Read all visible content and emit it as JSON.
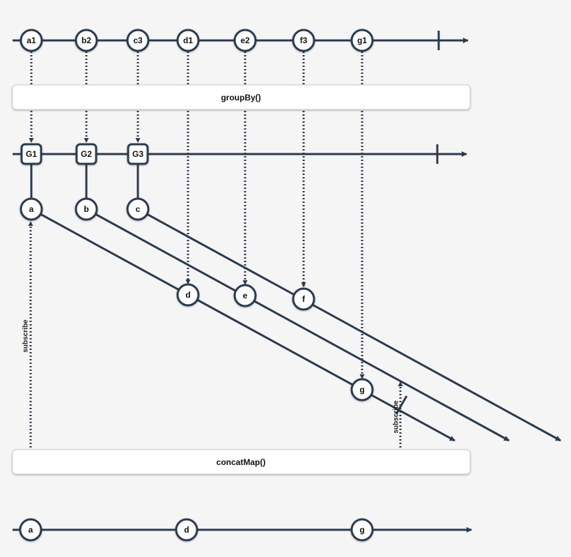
{
  "source": {
    "marbles": [
      "a1",
      "b2",
      "c3",
      "d1",
      "e2",
      "f3",
      "g1"
    ]
  },
  "operators": {
    "group_by": "groupBy()",
    "concat_map": "concatMap()"
  },
  "groups": {
    "marbles": [
      "G1",
      "G2",
      "G3"
    ]
  },
  "group_streams": [
    {
      "head": "a",
      "items": [
        "d",
        "g"
      ]
    },
    {
      "head": "b",
      "items": [
        "e"
      ]
    },
    {
      "head": "c",
      "items": [
        "f"
      ]
    }
  ],
  "subscribe_label": "subscribe",
  "output": {
    "marbles": [
      "a",
      "d",
      "g"
    ]
  },
  "colors": {
    "line": "#2c3a4f",
    "background": "#f5f5f5",
    "marble_fill": "#ffffff"
  }
}
